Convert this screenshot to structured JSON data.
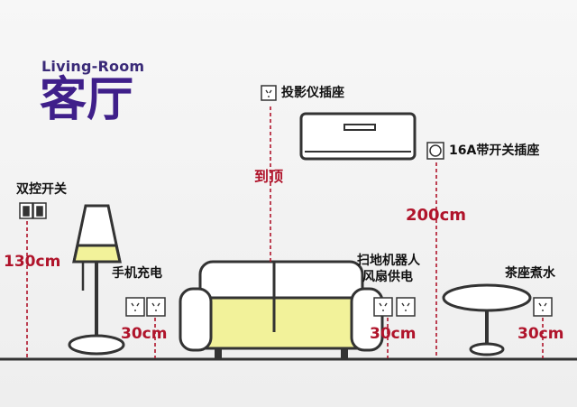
{
  "header": {
    "subtitle": "Living-Room",
    "title": "客厅"
  },
  "labels": {
    "projector_socket": "投影仪插座",
    "ac_socket": "16A带开关插座",
    "dual_switch": "双控开关",
    "phone_charging": "手机充电",
    "robot_fan": [
      "扫地机器人",
      "风扇供电"
    ],
    "tea_kettle": "茶座煮水"
  },
  "measurements": {
    "to_top": "到顶",
    "ac_height": "200cm",
    "switch_height": "130cm",
    "phone_height": "30cm",
    "robot_height": "30cm",
    "tea_height": "30cm"
  },
  "colors": {
    "accent": "#b0142b",
    "title": "#3f1f8a",
    "highlight": "#f2f29a"
  }
}
